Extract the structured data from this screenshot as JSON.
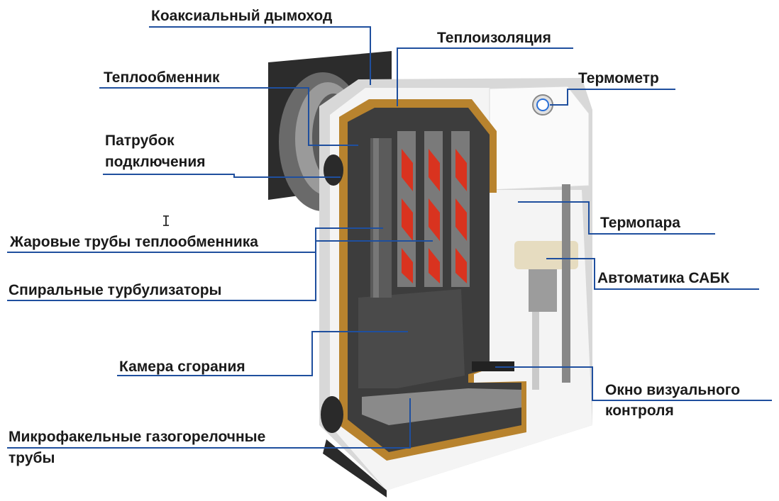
{
  "colors": {
    "leader_line": "#1f4f9e",
    "boiler_body": "#f4f4f4",
    "insulation": "#b8832e",
    "turbulizer": "#d9331f",
    "dark_interior": "#3d3d3d"
  },
  "labels": {
    "coaxial_flue": "Коаксиальный дымоход",
    "insulation": "Теплоизоляция",
    "heat_exchanger": "Теплообменник",
    "thermometer": "Термометр",
    "connection_pipe_line1": "Патрубок",
    "connection_pipe_line2": "подключения",
    "fire_tubes": "Жаровые трубы теплообменника",
    "thermocouple": "Термопара",
    "automation": "Автоматика САБК",
    "spiral_turbulizers": "Спиральные турбулизаторы",
    "combustion_chamber": "Камера сгорания",
    "sight_window_line1": "Окно визуального",
    "sight_window_line2": "контроля",
    "burner_tubes_line1": "Микрофакельные газогорелочные",
    "burner_tubes_line2": "трубы"
  },
  "icons": {
    "text_cursor": "I-beam-cursor-icon"
  }
}
